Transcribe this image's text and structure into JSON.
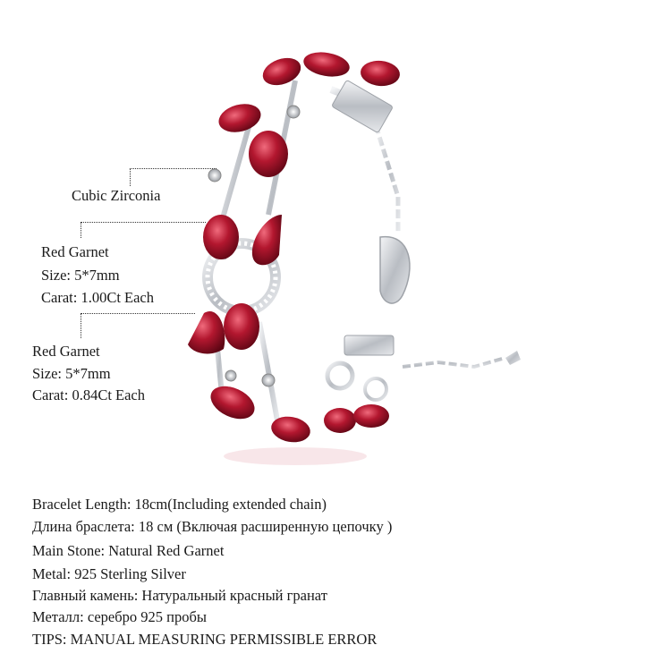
{
  "annotations": {
    "cubic_zirconia": "Cubic Zirconia",
    "garnet_1": {
      "name": "Red Garnet",
      "size": "Size: 5*7mm",
      "carat": "Carat: 1.00Ct Each"
    },
    "garnet_2": {
      "name": "Red Garnet",
      "size": "Size: 5*7mm",
      "carat": "Carat: 0.84Ct Each"
    }
  },
  "specs": [
    "Bracelet Length: 18cm(Including extended chain)",
    "Длина браслета: 18 см (Включая расширенную цепочку )",
    "Main Stone: Natural Red Garnet",
    "Metal: 925 Sterling Silver",
    "Главный камень: Натуральный красный гранат",
    "Металл: серебро 925 пробы",
    "TIPS: MANUAL MEASURING PERMISSIBLE ERROR"
  ],
  "colors": {
    "garnet": "#a8122a",
    "garnet_highlight": "#e04a5e",
    "silver": "#c9ccd1",
    "silver_dark": "#8d9096"
  }
}
